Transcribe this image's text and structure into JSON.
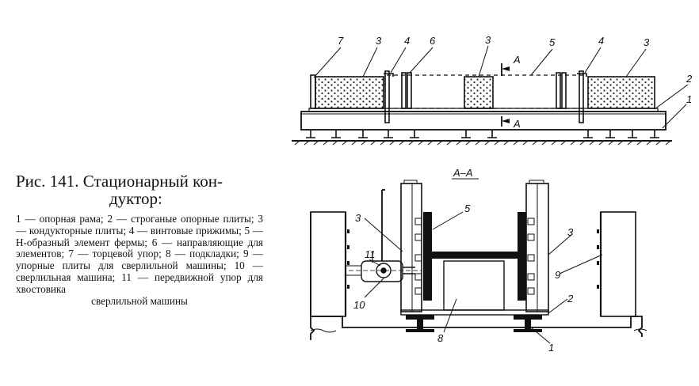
{
  "figure": {
    "caption_title_line1": "Рис. 141. Стационарный кон-",
    "caption_title_line2": "дуктор:",
    "legend_body": "1 — опорная рама; 2 — строганые опорные плиты; 3 — кондукторные плиты; 4 — винтовые прижимы; 5 — Н-образный элемент фермы; 6 — направляющие для элементов; 7 — торцевой упор; 8 — подкладки; 9 — упорные плиты для сверлильной машины; 10 — сверлильная машина; 11 — передвижной упор для хвостовика",
    "legend_last": "сверлильной машины"
  },
  "top_view": {
    "labels": {
      "l7": "7",
      "l3a": "3",
      "l4a": "4",
      "l6": "6",
      "l3b": "3",
      "l5": "5",
      "l4b": "4",
      "l3c": "3",
      "l2": "2",
      "l1": "1"
    },
    "section_mark_top": "A",
    "section_mark_bottom": "A"
  },
  "section_view": {
    "title": "А–А",
    "labels": {
      "l3_left": "3",
      "l5": "5",
      "l3_right": "3",
      "l11": "11",
      "l9": "9",
      "l10": "10",
      "l2": "2",
      "l8": "8",
      "l1": "1"
    }
  }
}
